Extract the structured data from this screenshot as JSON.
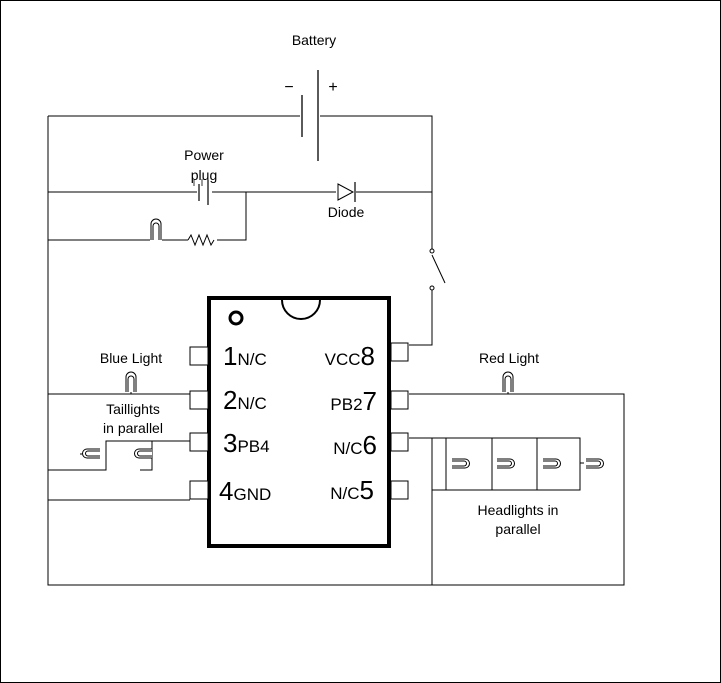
{
  "labels": {
    "battery": "Battery",
    "battery_minus": "−",
    "battery_plus": "+",
    "power_plug_line1": "Power",
    "power_plug_line2": "plug",
    "diode": "Diode",
    "blue_light": "Blue Light",
    "taillights_line1": "Taillights",
    "taillights_line2": "in parallel",
    "red_light": "Red Light",
    "headlights_line1": "Headlights in",
    "headlights_line2": "parallel"
  },
  "chip": {
    "pins": [
      {
        "number": "1",
        "name": "N/C"
      },
      {
        "number": "2",
        "name": "N/C"
      },
      {
        "number": "3",
        "name": "PB4"
      },
      {
        "number": "4",
        "name": "GND"
      },
      {
        "number": "5",
        "name": "N/C"
      },
      {
        "number": "6",
        "name": "N/C"
      },
      {
        "number": "7",
        "name": "PB2"
      },
      {
        "number": "8",
        "name": "VCC"
      }
    ]
  }
}
